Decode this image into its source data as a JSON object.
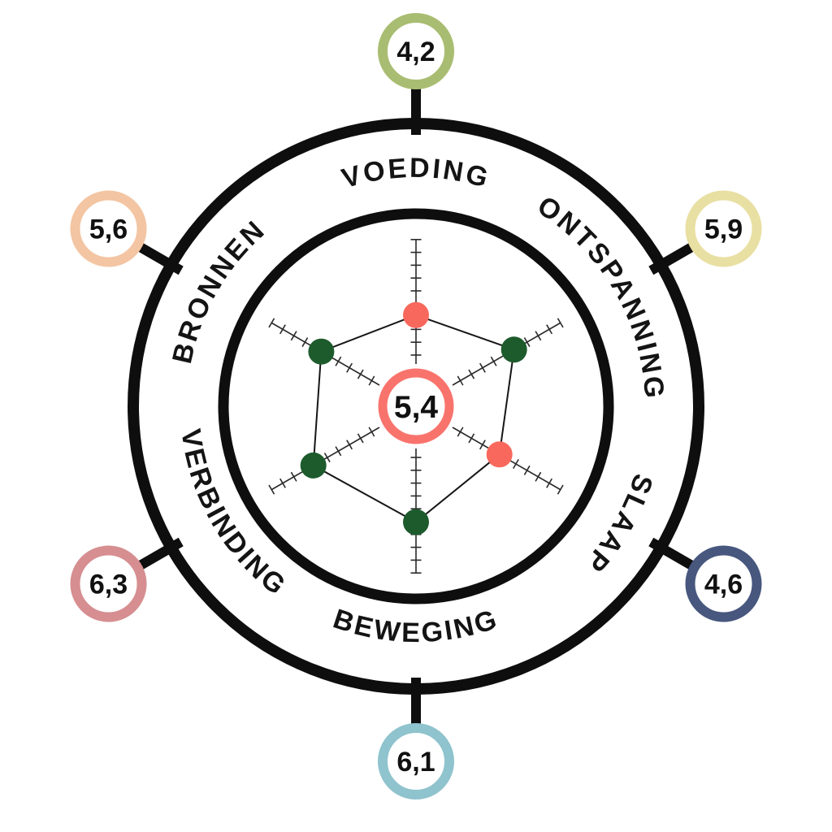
{
  "chart_data": {
    "type": "radar",
    "scale": {
      "min": 0,
      "max": 10
    },
    "axes": [
      {
        "label": "VOEDING",
        "value": 4.2,
        "display": "4,2",
        "badge_color": "#a9bd72",
        "dot_color": "#f9685d"
      },
      {
        "label": "ONTSPANNING",
        "value": 5.9,
        "display": "5,9",
        "badge_color": "#e8dfa2",
        "dot_color": "#1d5b2c"
      },
      {
        "label": "SLAAP",
        "value": 4.6,
        "display": "4,6",
        "badge_color": "#47577e",
        "dot_color": "#f9685d"
      },
      {
        "label": "BEWEGING",
        "value": 6.1,
        "display": "6,1",
        "badge_color": "#8fc3cd",
        "dot_color": "#1d5b2c"
      },
      {
        "label": "VERBINDING",
        "value": 6.3,
        "display": "6,3",
        "badge_color": "#d68e90",
        "dot_color": "#1d5b2c"
      },
      {
        "label": "BRONNEN",
        "value": 5.6,
        "display": "5,6",
        "badge_color": "#f3c5a3",
        "dot_color": "#1d5b2c"
      }
    ],
    "center": {
      "display": "5,4",
      "value": 5.4,
      "ring_color": "#f9736d"
    },
    "style": {
      "wheel_color": "#0e0e0e",
      "polygon_color": "#161616",
      "tick_color": "#2a2a2a",
      "label_color": "#141414",
      "value_text_color": "#111111",
      "background": "#ffffff"
    },
    "layout_hints": {
      "axis_count": 6,
      "start_angle_deg": 0,
      "direction": "clockwise",
      "grid": "tick-marks-on-spokes",
      "legend": "none"
    }
  }
}
